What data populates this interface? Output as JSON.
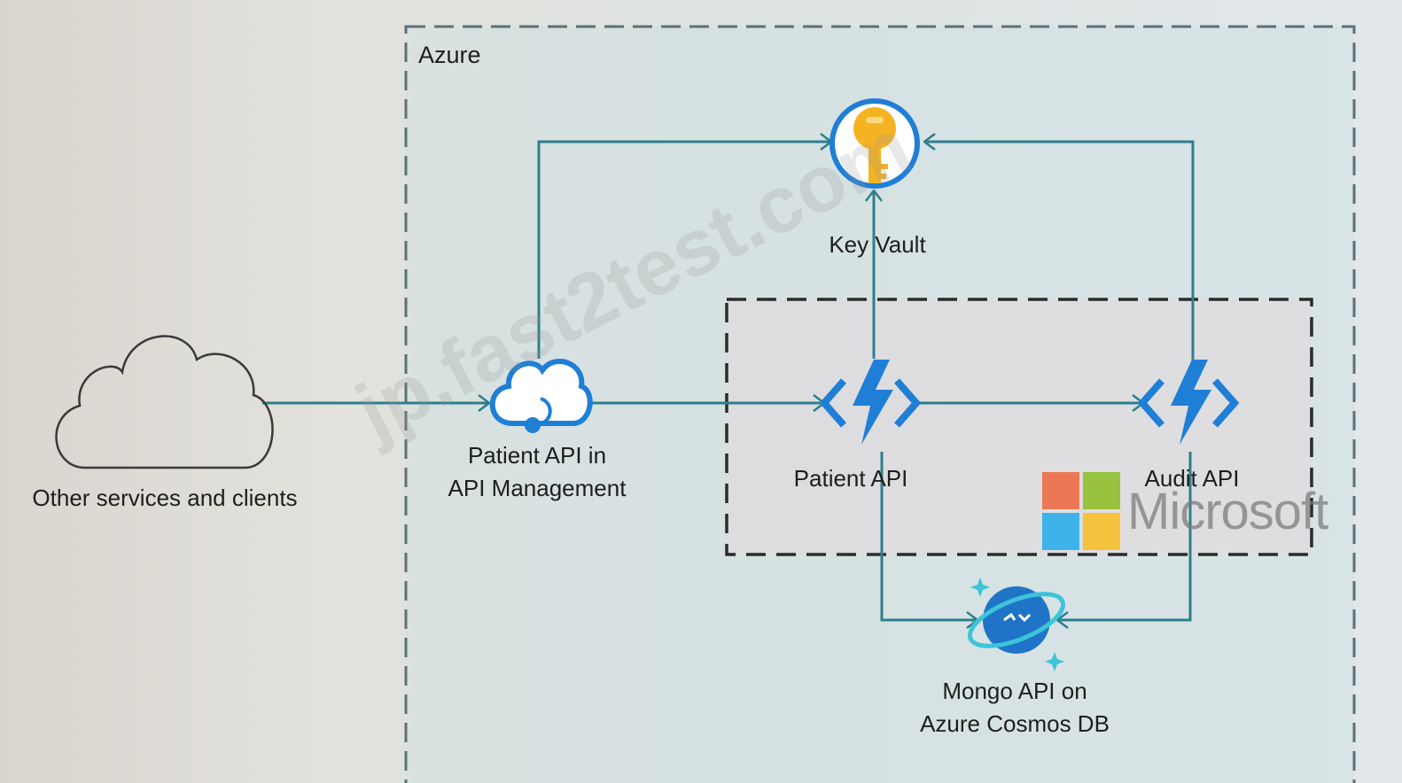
{
  "azure_label": "Azure",
  "nodes": {
    "clients": "Other services and clients",
    "apim_line1": "Patient API in",
    "apim_line2": "API Management",
    "key_vault": "Key Vault",
    "patient_api": "Patient API",
    "audit_api": "Audit API",
    "cosmos_line1": "Mongo API on",
    "cosmos_line2": "Azure Cosmos DB"
  },
  "watermark_text": "jp.fast2test.com",
  "logo": {
    "text": "Microsoft",
    "colors": [
      "#f25022",
      "#7fba00",
      "#00a4ef",
      "#ffb900"
    ]
  },
  "colors": {
    "connector": "#2c7f8c",
    "azure_blue": "#1f7fd6",
    "key_gold": "#f5b323"
  }
}
